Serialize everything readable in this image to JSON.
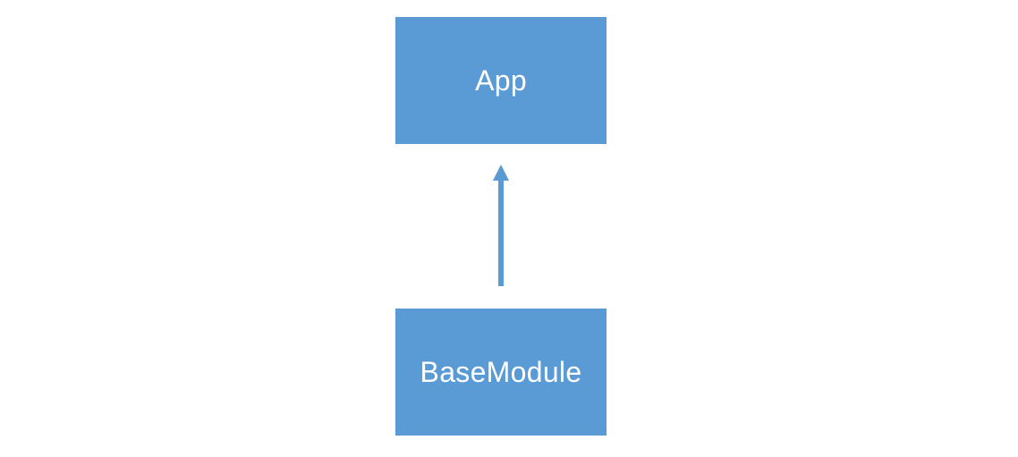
{
  "diagram": {
    "nodes": [
      {
        "id": "app",
        "label": "App"
      },
      {
        "id": "base",
        "label": "BaseModule"
      }
    ],
    "edges": [
      {
        "from": "base",
        "to": "app",
        "arrow": "end"
      }
    ],
    "colors": {
      "node_fill": "#5b9bd5",
      "node_text": "#ffffff",
      "edge": "#5b9bd5",
      "background": "#ffffff"
    }
  }
}
